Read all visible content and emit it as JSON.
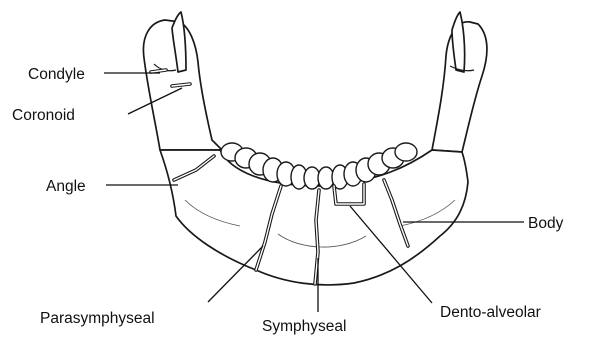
{
  "diagram": {
    "labels": {
      "condyle": "Condyle",
      "coronoid": "Coronoid",
      "angle": "Angle",
      "body": "Body",
      "parasymphyseal": "Parasymphyseal",
      "symphyseal": "Symphyseal",
      "dento_alveolar": "Dento-alveolar"
    }
  }
}
